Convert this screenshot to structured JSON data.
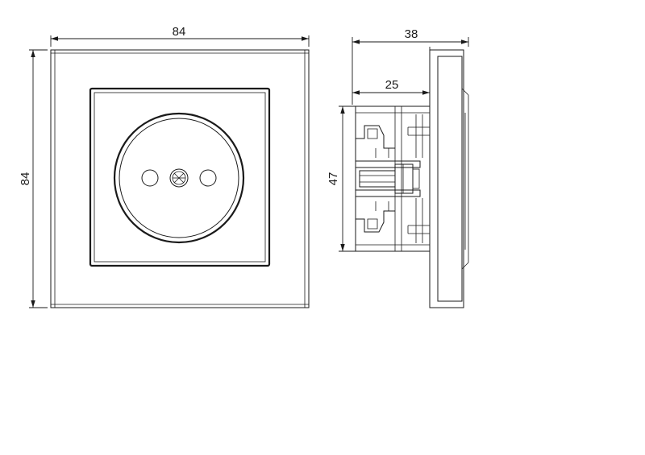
{
  "front_view": {
    "width_label": "84",
    "height_label": "84"
  },
  "side_view": {
    "depth_label": "38",
    "mount_depth_label": "25",
    "mechanism_height_label": "47"
  }
}
